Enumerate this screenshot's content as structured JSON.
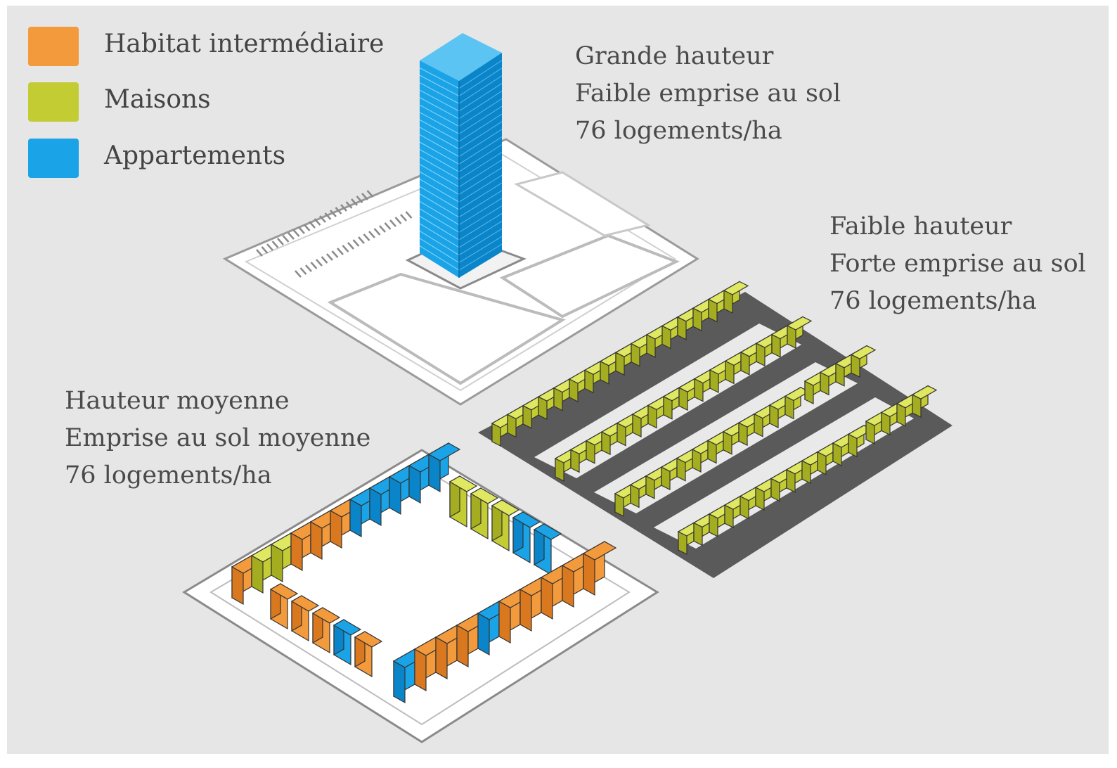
{
  "legend": {
    "items": [
      {
        "label": "Habitat intermédiaire",
        "color": "#f39a3c"
      },
      {
        "label": "Maisons",
        "color": "#c3cc33"
      },
      {
        "label": "Appartements",
        "color": "#1aa3e6"
      }
    ]
  },
  "blocks": {
    "high_rise": {
      "lines": [
        "Grande hauteur",
        "Faible emprise au sol",
        "76 logements/ha"
      ]
    },
    "low_rise": {
      "lines": [
        "Faible hauteur",
        "Forte emprise au sol",
        "76 logements/ha"
      ]
    },
    "mid_rise": {
      "lines": [
        "Hauteur moyenne",
        "Emprise au sol moyenne",
        "76 logements/ha"
      ]
    }
  },
  "colors": {
    "background": "#e6e6e6",
    "ground": "#ffffff",
    "road": "#555555",
    "house_top": "#dfe860",
    "house_front": "#c3cc33",
    "house_side": "#a4ad1f",
    "tower_front": "#1aa3e6",
    "tower_side": "#0b85c9",
    "orange_front": "#f39a3c",
    "orange_side": "#d9781f"
  }
}
